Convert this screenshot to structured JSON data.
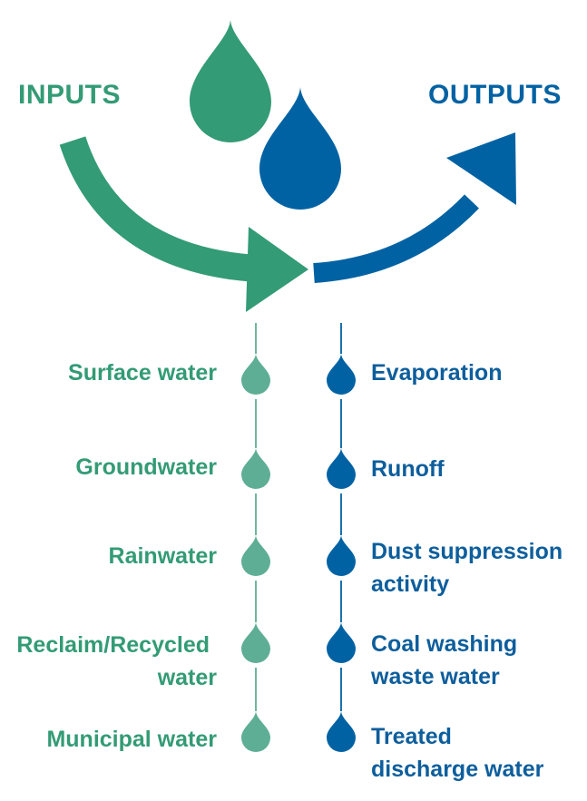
{
  "headings": {
    "inputs": "INPUTS",
    "outputs": "OUTPUTS"
  },
  "colors": {
    "input_green": "#339B76",
    "input_light": "#5EAE95",
    "output_blue": "#0062A3"
  },
  "inputs": [
    {
      "line1": "Surface water",
      "line2": ""
    },
    {
      "line1": "Groundwater",
      "line2": ""
    },
    {
      "line1": "Rainwater",
      "line2": ""
    },
    {
      "line1": "Reclaim/Recycled",
      "line2": "water"
    },
    {
      "line1": "Municipal water",
      "line2": ""
    }
  ],
  "outputs": [
    {
      "line1": "Evaporation",
      "line2": ""
    },
    {
      "line1": "Runoff",
      "line2": ""
    },
    {
      "line1": "Dust suppression",
      "line2": "activity"
    },
    {
      "line1": "Coal washing",
      "line2": "waste water"
    },
    {
      "line1": "Treated",
      "line2": "discharge water"
    }
  ],
  "icons": {
    "top_drops": [
      "green-drop-icon",
      "blue-drop-icon"
    ],
    "arrows": [
      "inputs-curved-arrow-icon",
      "outputs-curved-arrow-icon"
    ],
    "list_markers": [
      "input-drop-icon",
      "output-drop-icon"
    ]
  }
}
